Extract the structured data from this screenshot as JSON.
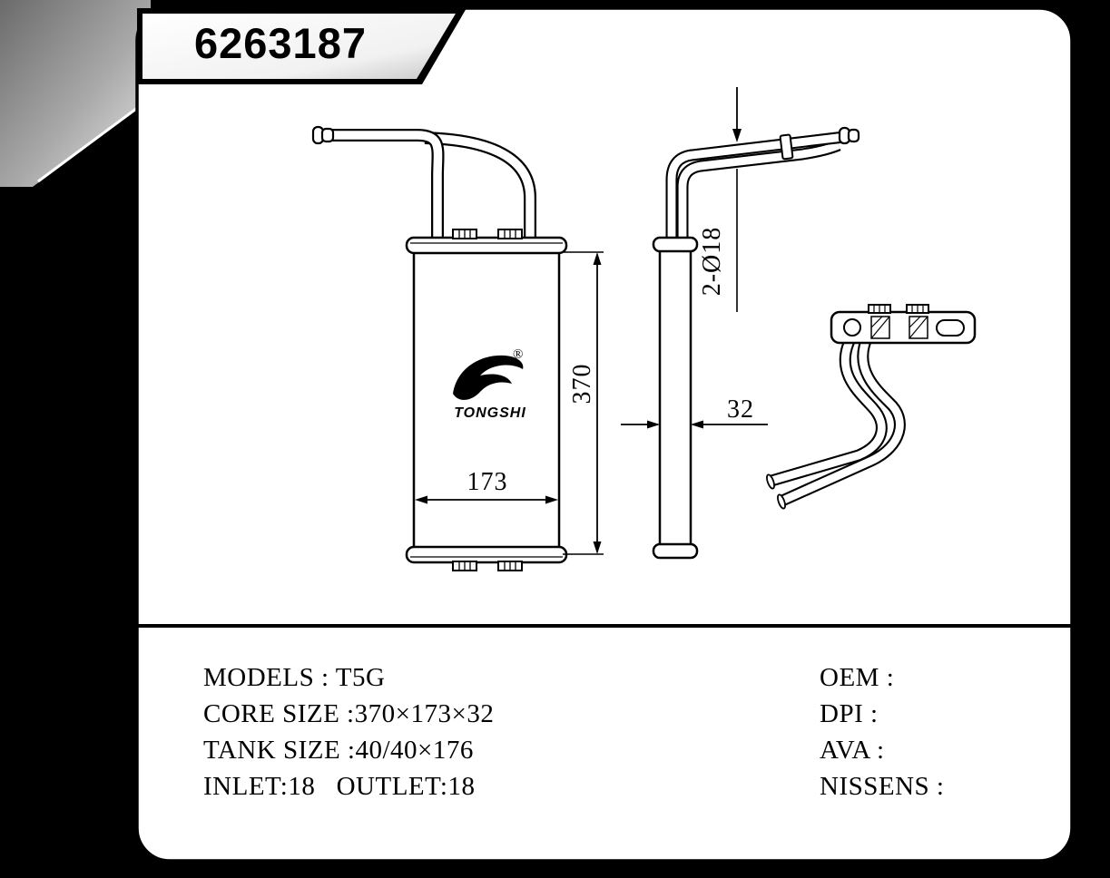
{
  "banner": {
    "part_number": "6263187"
  },
  "drawing": {
    "dimensions": {
      "core_height": "370",
      "core_width": "173",
      "core_depth": "32",
      "pipe_diameter": "2-Ø18"
    },
    "logo": {
      "brand": "TONGSHI",
      "registered_mark": "®"
    }
  },
  "specs": {
    "left": [
      "MODELS : T5G",
      "CORE SIZE :370×173×32",
      "TANK SIZE :40/40×176",
      "INLET:18   OUTLET:18"
    ],
    "right": [
      "OEM :",
      "DPI :",
      "AVA :",
      "NISSENS :"
    ]
  },
  "colors": {
    "canvas": "#000000",
    "paper": "#ffffff",
    "ink": "#000000"
  }
}
